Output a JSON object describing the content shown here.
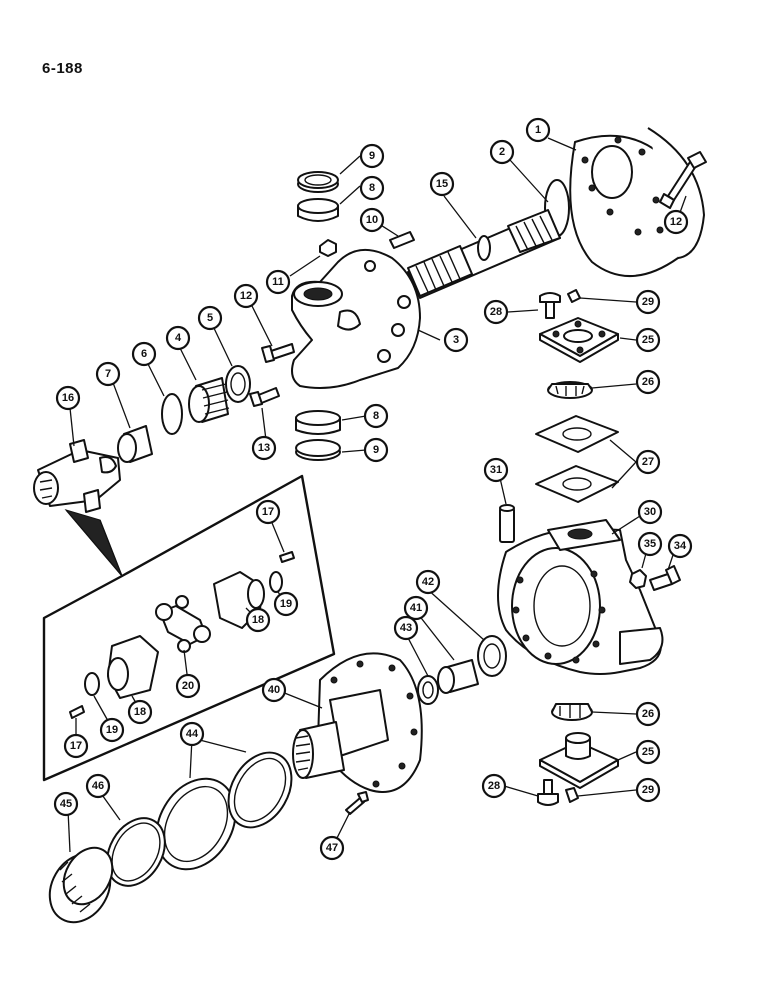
{
  "page_id": "6-188",
  "callouts": [
    {
      "label": "1"
    },
    {
      "label": "2"
    },
    {
      "label": "3"
    },
    {
      "label": "4"
    },
    {
      "label": "5"
    },
    {
      "label": "6"
    },
    {
      "label": "7"
    },
    {
      "label": "8"
    },
    {
      "label": "8"
    },
    {
      "label": "9"
    },
    {
      "label": "9"
    },
    {
      "label": "10"
    },
    {
      "label": "11"
    },
    {
      "label": "12"
    },
    {
      "label": "12"
    },
    {
      "label": "13"
    },
    {
      "label": "15"
    },
    {
      "label": "16"
    },
    {
      "label": "17"
    },
    {
      "label": "17"
    },
    {
      "label": "18"
    },
    {
      "label": "18"
    },
    {
      "label": "19"
    },
    {
      "label": "19"
    },
    {
      "label": "20"
    },
    {
      "label": "25"
    },
    {
      "label": "25"
    },
    {
      "label": "26"
    },
    {
      "label": "26"
    },
    {
      "label": "27"
    },
    {
      "label": "28"
    },
    {
      "label": "28"
    },
    {
      "label": "29"
    },
    {
      "label": "29"
    },
    {
      "label": "30"
    },
    {
      "label": "31"
    },
    {
      "label": "34"
    },
    {
      "label": "35"
    },
    {
      "label": "40"
    },
    {
      "label": "41"
    },
    {
      "label": "42"
    },
    {
      "label": "43"
    },
    {
      "label": "44"
    },
    {
      "label": "45"
    },
    {
      "label": "46"
    },
    {
      "label": "47"
    }
  ]
}
